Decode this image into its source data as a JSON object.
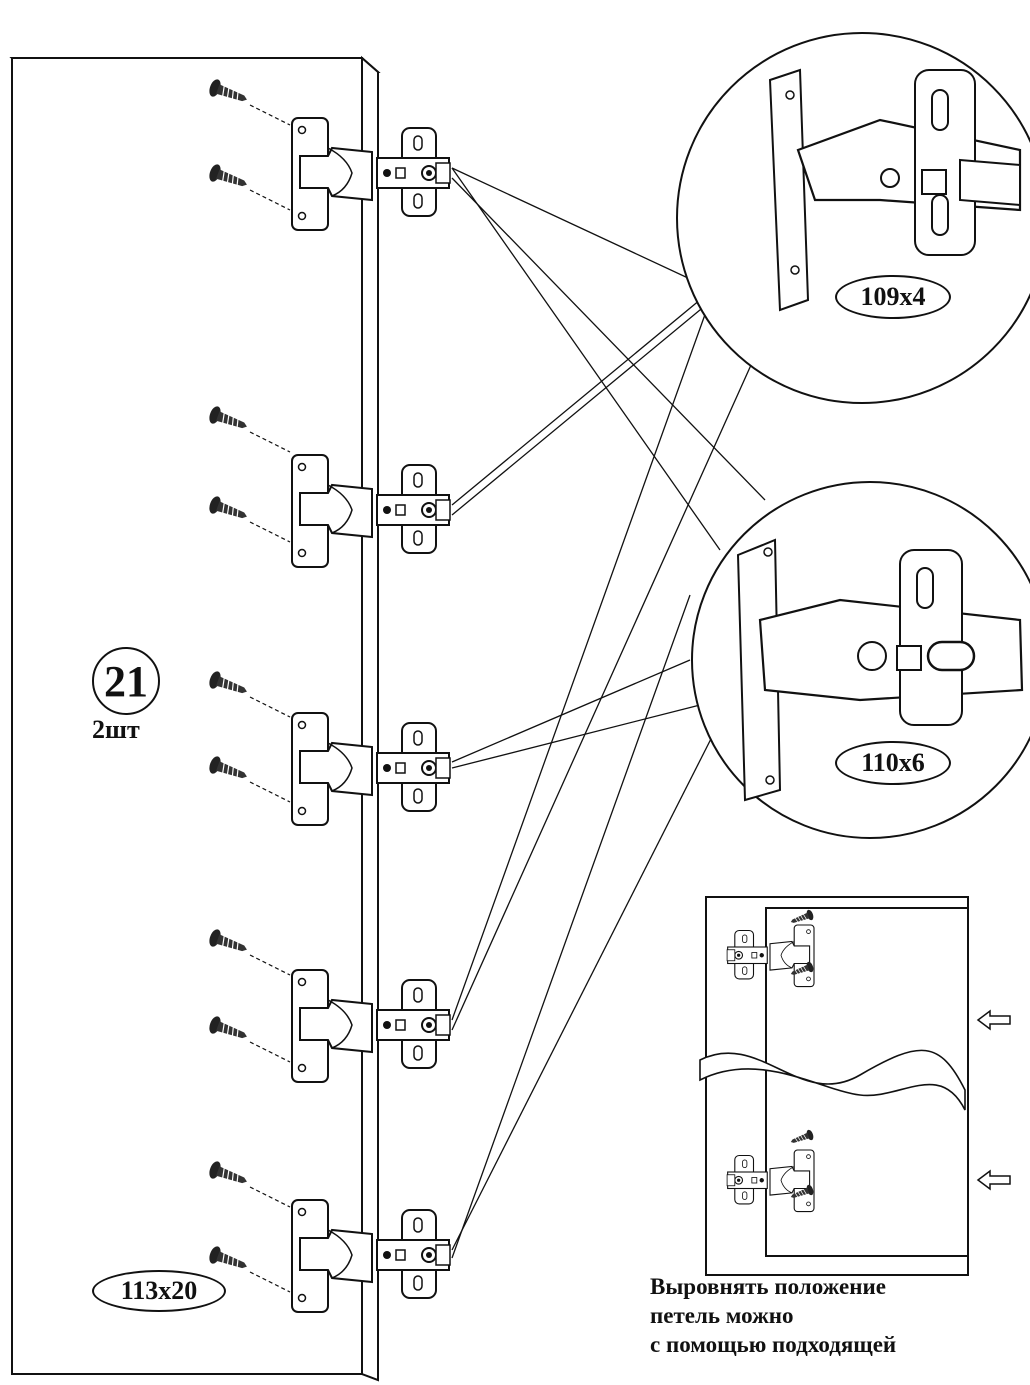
{
  "part": {
    "number": "21",
    "quantity": "2шт"
  },
  "fasteners": {
    "screw_code": "113x20",
    "hinge_top_code": "109x4",
    "hinge_bottom_code": "110x6"
  },
  "note": {
    "lines": [
      "Выровнять положение",
      "петель можно",
      "с помощью подходящей"
    ]
  },
  "icons": [
    "screw-icon",
    "hinge-icon",
    "arrow-left-icon"
  ]
}
